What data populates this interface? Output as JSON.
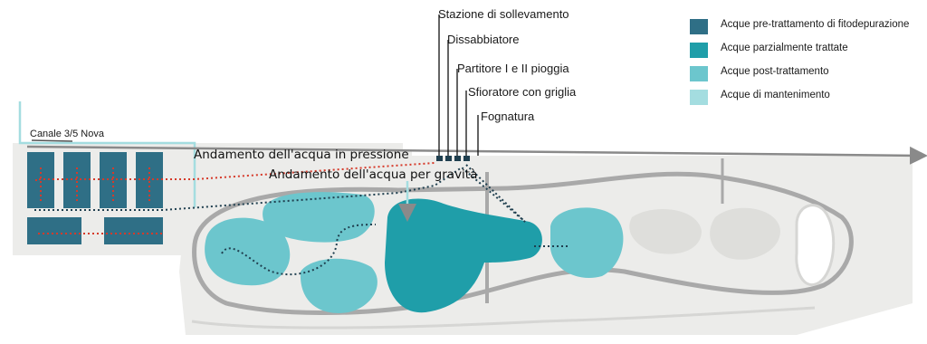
{
  "legend": [
    {
      "label": "Acque pre-trattamento di fitodepurazione",
      "color": "#2f6f86"
    },
    {
      "label": "Acque parzialmente trattate",
      "color": "#1f9ea9"
    },
    {
      "label": "Acque post-trattamento",
      "color": "#6cc6cd"
    },
    {
      "label": "Acque di mantenimento",
      "color": "#a4dde0"
    }
  ],
  "infrastructure_labels": [
    "Stazione di sollevamento",
    "Dissabbiatore",
    "Partitore I e II pioggia",
    "Sfioratore con griglia",
    "Fognatura"
  ],
  "canal_label": "Canale 3/5 Nova",
  "flow_labels": {
    "pressure": "Andamento dell'acqua in pressione",
    "gravity": "Andamento dell'acqua per gravità"
  },
  "colors": {
    "pond_pre": "#2f6f86",
    "pond_partial": "#1f9ea9",
    "pond_post": "#6cc6cd",
    "pond_maintenance": "#a4dde0",
    "park_ground": "#ececea",
    "path": "#a9a9a9",
    "pressure_flow": "#d63a2a",
    "gravity_flow": "#1f3f4f"
  }
}
